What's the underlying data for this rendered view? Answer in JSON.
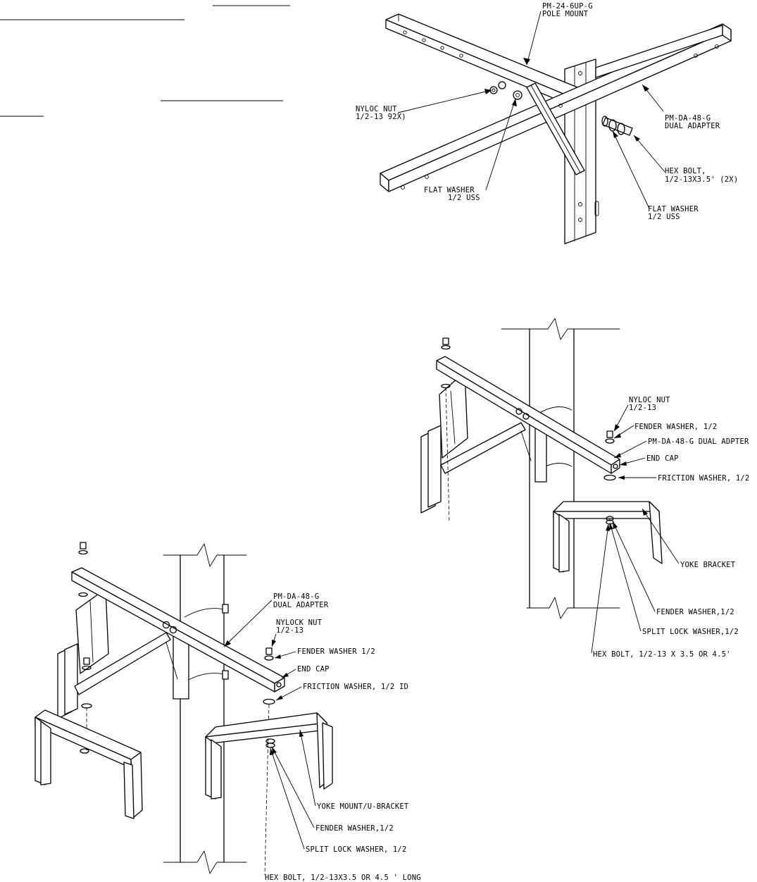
{
  "diagram_top": {
    "labels": {
      "pole_mount_code": "PM-24-6UP-G",
      "pole_mount_name": "POLE MOUNT",
      "nyloc_nut_l1": "NYLOC NUT",
      "nyloc_nut_l2": "1/2-13 92X)",
      "dual_adapter_code": "PM-DA-48-G",
      "dual_adapter_name": "DUAL ADAPTER",
      "hex_bolt_l1": "HEX BOLT,",
      "hex_bolt_l2": "1/2-13X3.5' (2X)",
      "flat_washer_left_l1": "FLAT WASHER",
      "flat_washer_left_l2": "1/2 USS",
      "flat_washer_right_l1": "FLAT WASHER",
      "flat_washer_right_l2": "1/2 USS"
    }
  },
  "diagram_right": {
    "labels": {
      "nyloc_nut_l1": "NYLOC NUT",
      "nyloc_nut_l2": "1/2-13",
      "fender_washer": "FENDER WASHER, 1/2",
      "dual_adapter": "PM-DA-48-G DUAL ADPTER",
      "end_cap": "END CAP",
      "friction_washer": "FRICTION WASHER, 1/2",
      "yoke_bracket": "YOKE BRACKET",
      "fender_washer_bottom": "FENDER WASHER,1/2",
      "split_lock_washer": "SPLIT LOCK WASHER,1/2",
      "hex_bolt": "HEX BOLT, 1/2-13 X 3.5 OR 4.5'"
    }
  },
  "diagram_left": {
    "labels": {
      "dual_adapter_code": "PM-DA-48-G",
      "dual_adapter_name": "DUAL ADAPTER",
      "nylock_nut_l1": "NYLOCK NUT",
      "nylock_nut_l2": "1/2-13",
      "fender_washer": "FENDER WASHER 1/2",
      "end_cap": "END CAP",
      "friction_washer": "FRICTION WASHER, 1/2 ID",
      "yoke_mount": "YOKE MOUNT/U-BRACKET",
      "fender_washer_bottom": "FENDER WASHER,1/2",
      "split_lock_washer": "SPLIT LOCK WASHER, 1/2",
      "hex_bolt": "HEX BOLT, 1/2-13X3.5 OR 4.5 ' LONG"
    }
  }
}
